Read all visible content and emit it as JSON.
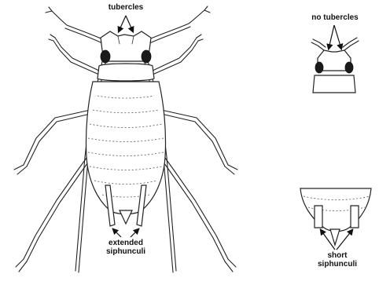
{
  "labels": {
    "tubercles": "tubercles",
    "no_tubercles": "no tubercles",
    "extended_line1": "extended",
    "extended_line2": "siphunculi",
    "short_line1": "short",
    "short_line2": "siphunculi"
  }
}
